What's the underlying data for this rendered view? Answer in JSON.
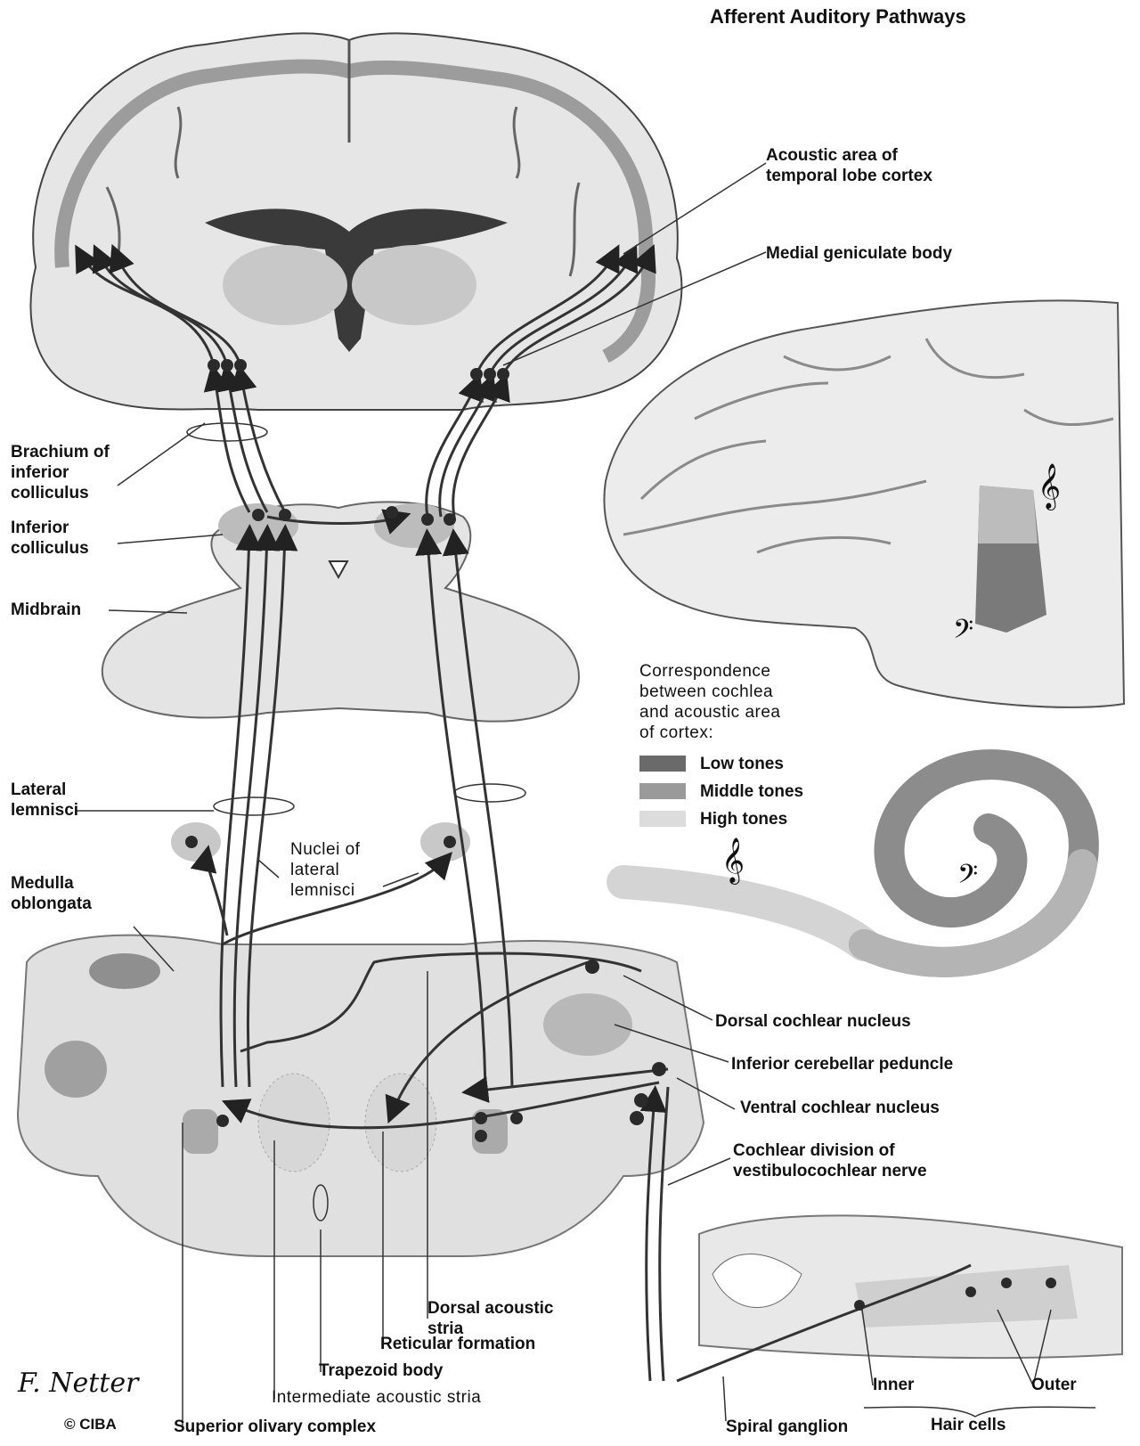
{
  "title": "Afferent Auditory Pathways",
  "labels": {
    "acoustic_area": "Acoustic area of\ntemporal lobe cortex",
    "medial_geniculate": "Medial geniculate body",
    "brachium": "Brachium of\ninferior\ncolliculus",
    "inferior_colliculus": "Inferior\ncolliculus",
    "midbrain": "Midbrain",
    "lateral_lemnisci": "Lateral\nlemnisci",
    "nuclei_lateral_lemnisci": "Nuclei of\nlateral\nlemnisci",
    "medulla": "Medulla\noblongata",
    "dorsal_cochlear_nucleus": "Dorsal cochlear nucleus",
    "inferior_cerebellar_peduncle": "Inferior cerebellar peduncle",
    "ventral_cochlear_nucleus": "Ventral cochlear nucleus",
    "cochlear_division": "Cochlear division of\nvestibulocochlear nerve",
    "dorsal_acoustic_stria": "Dorsal acoustic\nstria",
    "reticular_formation": "Reticular formation",
    "trapezoid_body": "Trapezoid body",
    "intermediate_acoustic_stria": "Intermediate acoustic stria",
    "superior_olivary_complex": "Superior olivary complex",
    "spiral_ganglion": "Spiral ganglion",
    "inner": "Inner",
    "outer": "Outer",
    "hair_cells": "Hair cells"
  },
  "legend": {
    "heading": "Correspondence\nbetween cochlea\nand acoustic area\nof cortex:",
    "items": [
      {
        "label": "Low tones",
        "color": "#6a6a6a"
      },
      {
        "label": "Middle tones",
        "color": "#9a9a9a"
      },
      {
        "label": "High tones",
        "color": "#dcdcdc"
      }
    ]
  },
  "signature": {
    "credit": "© CIBA"
  },
  "icons": [
    "treble-clef-icon",
    "bass-clef-icon"
  ]
}
